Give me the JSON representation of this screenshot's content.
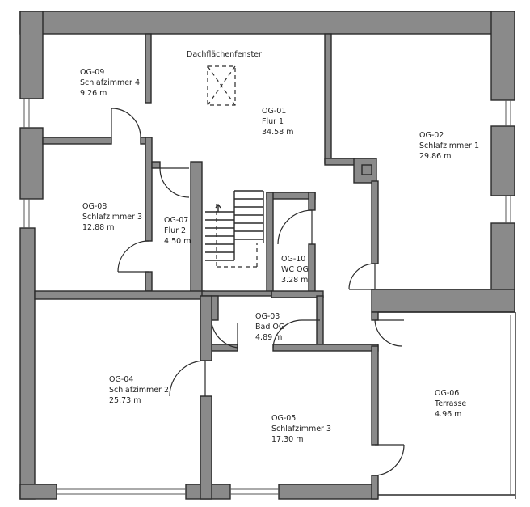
{
  "skylight": {
    "label": "Dachflächenfenster"
  },
  "rooms": [
    {
      "id": "OG-09",
      "name": "Schlafzimmer 4",
      "area": "9.26 m"
    },
    {
      "id": "OG-01",
      "name": "Flur 1",
      "area": "34.58 m"
    },
    {
      "id": "OG-02",
      "name": "Schlafzimmer 1",
      "area": "29.86 m"
    },
    {
      "id": "OG-08",
      "name": "Schlafzimmer 3",
      "area": "12.88 m"
    },
    {
      "id": "OG-07",
      "name": "Flur 2",
      "area": "4.50 m"
    },
    {
      "id": "OG-10",
      "name": "WC OG",
      "area": "3.28 m"
    },
    {
      "id": "OG-03",
      "name": "Bad OG",
      "area": "4.89 m"
    },
    {
      "id": "OG-04",
      "name": "Schlafzimmer 2",
      "area": "25.73 m"
    },
    {
      "id": "OG-05",
      "name": "Schlafzimmer 3",
      "area": "17.30 m"
    },
    {
      "id": "OG-06",
      "name": "Terrasse",
      "area": "4.96 m"
    }
  ]
}
